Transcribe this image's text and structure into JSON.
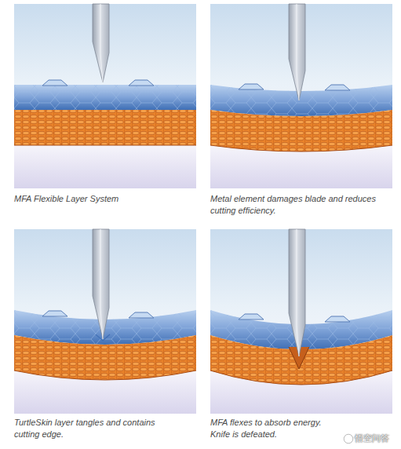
{
  "diagram": {
    "labels": [
      "MFA Flexible Layer System",
      "Metal element damages blade and reduces cutting efficiency.",
      "TurtleSkin layer tangles and contains cutting edge.",
      "MFA flexes to absorb energy. Knife is defeated.",
      "悟空问答"
    ]
  }
}
